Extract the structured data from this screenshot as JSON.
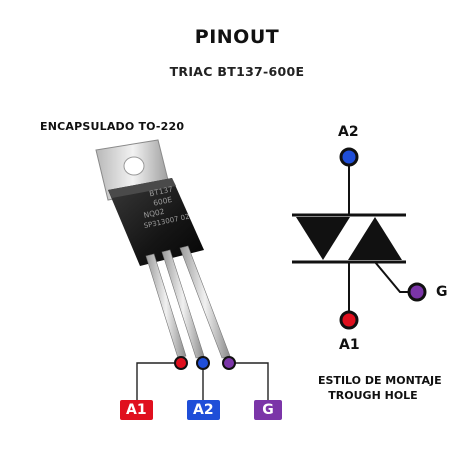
{
  "header": {
    "title": "PINOUT",
    "subtitle": "TRIAC BT137-600E"
  },
  "package": {
    "label": "ENCAPSULADO TO-220",
    "marking_lines": [
      "BT137",
      "600E",
      "NQ02",
      "SP313007 02"
    ]
  },
  "pins": [
    {
      "name": "A1",
      "color": "#e0101e"
    },
    {
      "name": "A2",
      "color": "#1f4ed8"
    },
    {
      "name": "G",
      "color": "#7b35a8"
    }
  ],
  "symbol": {
    "top_label": "A2",
    "bottom_label": "A1",
    "gate_label": "G"
  },
  "mount": {
    "line1": "ESTILO DE MONTAJE",
    "line2": "TROUGH HOLE"
  }
}
